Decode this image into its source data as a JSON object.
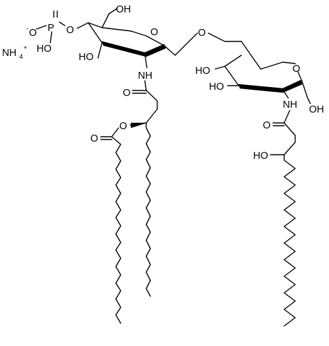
{
  "labels": {
    "ammonium": "NH",
    "ammonium_sub": "4",
    "ammonium_charge": "+",
    "phosphate_charge": "-",
    "phosphate_o_minus": "O",
    "phosphorus": "P",
    "phosphate_oh": "HO",
    "phosphate_ester_o": "O",
    "c6_hydroxyl": "OH",
    "ring1_oxygen": "O",
    "c3_hydroxyl": "HO",
    "amide1_nh": "NH",
    "amide1_carbonyl_o": "O",
    "ester_carbonyl_o": "O",
    "ester_o": "O",
    "glycosidic_o": "O",
    "ring2_oxygen": "O",
    "ring2_c4_hydroxyl": "HO",
    "ring2_c3_hydroxyl": "HO",
    "amide2_nh": "NH",
    "anomeric_hydroxyl": "OH",
    "amide2_carbonyl_o": "O",
    "chain2_hydroxyl": "HO"
  },
  "colors": {
    "ink": "#000000",
    "background": "#ffffff"
  }
}
